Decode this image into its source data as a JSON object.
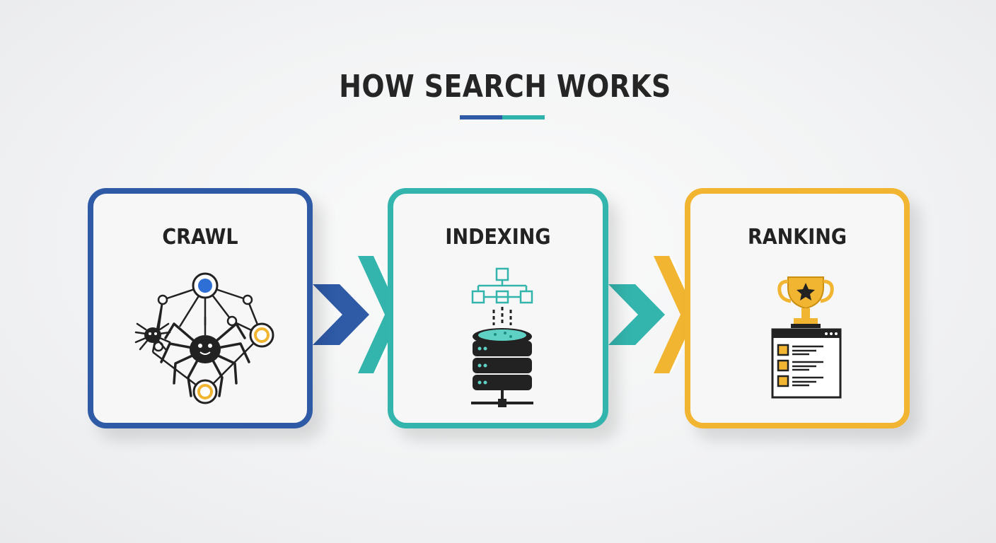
{
  "title": "HOW SEARCH WORKS",
  "colors": {
    "blue": "#2e5aa6",
    "teal": "#33b5ad",
    "gold": "#f2b531",
    "ink": "#222222"
  },
  "steps": [
    {
      "label": "CRAWL",
      "icon": "spider-web-crawl-icon"
    },
    {
      "label": "INDEXING",
      "icon": "database-index-icon"
    },
    {
      "label": "RANKING",
      "icon": "trophy-ranked-list-icon"
    }
  ],
  "connectors": [
    {
      "from": "CRAWL",
      "to": "INDEXING",
      "icon": "double-chevron-right-icon"
    },
    {
      "from": "INDEXING",
      "to": "RANKING",
      "icon": "double-chevron-right-icon"
    }
  ]
}
